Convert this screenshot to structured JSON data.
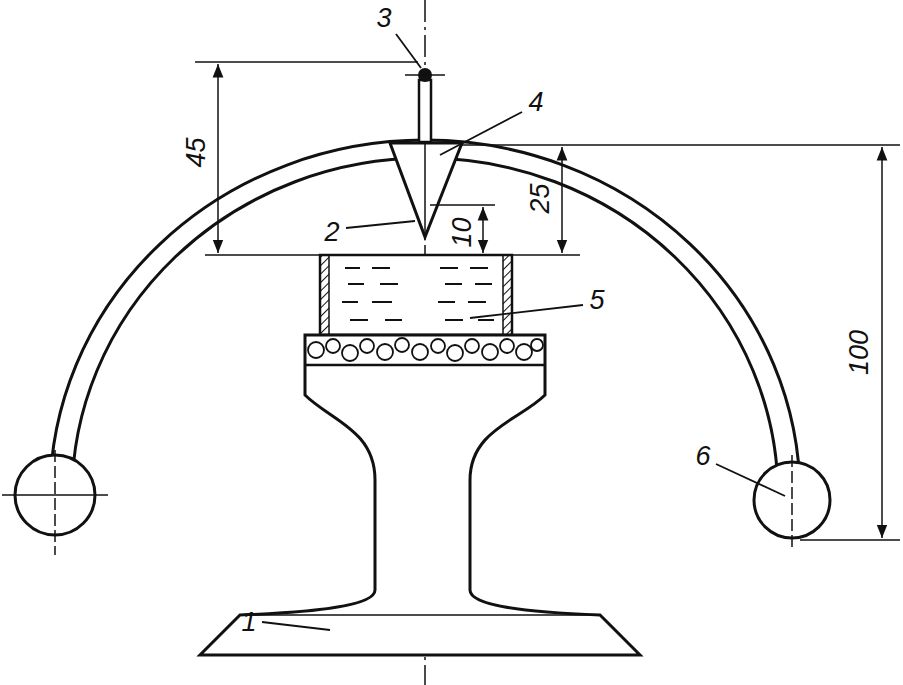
{
  "diagram": {
    "labels": [
      "3",
      "4",
      "45",
      "2",
      "10",
      "25",
      "5",
      "100",
      "6",
      "1"
    ]
  }
}
